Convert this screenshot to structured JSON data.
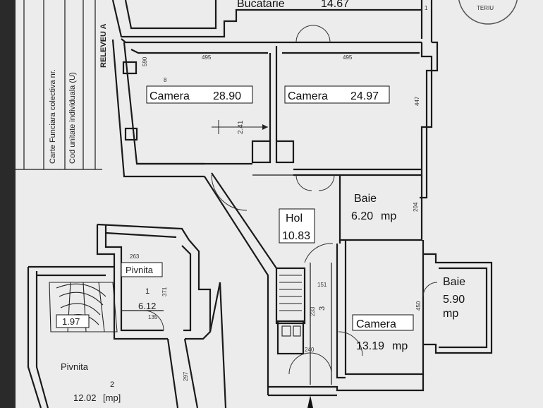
{
  "header": {
    "releveu": "RELEVEU A",
    "carte_funciara": "Carte Funciara colectiva nr.",
    "cod_unitate": "Cod unitate individuala (U)"
  },
  "stamp_text": "TERIU",
  "rooms": {
    "bucatarie": {
      "name": "Bucatarie",
      "area": "14.67"
    },
    "camera1": {
      "name": "Camera",
      "area": "28.90"
    },
    "camera2": {
      "name": "Camera",
      "area": "24.97"
    },
    "baie1": {
      "name": "Baie",
      "area": "6.20",
      "unit": "mp"
    },
    "hol": {
      "name": "Hol",
      "area": "10.83"
    },
    "baie2": {
      "name": "Baie",
      "area": "5.90",
      "unit": "mp"
    },
    "camera3": {
      "name": "Camera",
      "area": "13.19",
      "unit": "mp"
    },
    "pivnita1": {
      "name": "Pivnita",
      "number": "1",
      "area": "6.12"
    },
    "stair_cellar": {
      "area": "1.97"
    },
    "pivnita2": {
      "name": "Pivnita",
      "number": "2",
      "area": "12.02",
      "unit": "[mp]"
    }
  },
  "dimensions": {
    "d_590": "590",
    "d_495": "495",
    "d_8": "8",
    "d_241": "2.41",
    "d_447": "447",
    "d_204": "204",
    "d_263": "263",
    "d_3": "3",
    "d_233": "233",
    "d_450": "450",
    "d_135": "135",
    "d_297": "297",
    "d_371": "371",
    "d_240": "240",
    "d_1": "1",
    "d_151": "151"
  }
}
